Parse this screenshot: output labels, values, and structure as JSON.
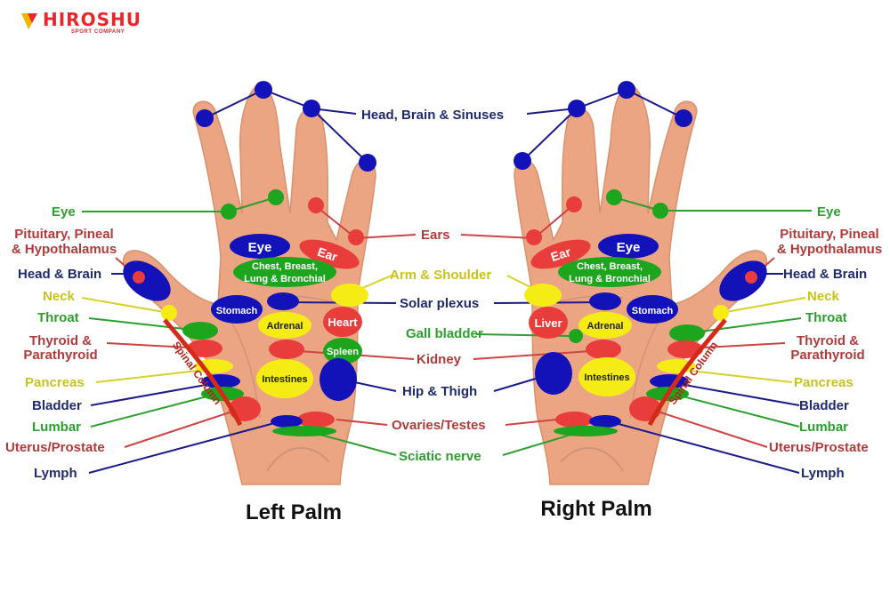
{
  "brand": {
    "name": "HIROSHU",
    "subtitle": "SPORT COMPANY"
  },
  "colors": {
    "blue": "#1212b8",
    "red": "#e83d3a",
    "green": "#1ea51e",
    "yellow": "#f5ec16",
    "skin": "#eba583",
    "navy_text": "#202a6e",
    "red_text": "#b13a3a",
    "green_text": "#2e9e2e",
    "yellow_text": "#c9c21a"
  },
  "titles": {
    "left": "Left Palm",
    "right": "Right Palm"
  },
  "labels": {
    "head_brain_sinuses": "Head, Brain & Sinuses",
    "eye": "Eye",
    "pituitary_1": "Pituitary, Pineal",
    "pituitary_2": "& Hypothalamus",
    "head_brain": "Head & Brain",
    "neck": "Neck",
    "throat": "Throat",
    "thyroid_1": "Thyroid &",
    "thyroid_2": "Parathyroid",
    "pancreas": "Pancreas",
    "bladder": "Bladder",
    "lumbar": "Lumbar",
    "uterus": "Uterus/Prostate",
    "lymph": "Lymph",
    "ears": "Ears",
    "arm_shoulder": "Arm & Shoulder",
    "solar_plexus": "Solar plexus",
    "gall_bladder": "Gall bladder",
    "kidney": "Kidney",
    "hip_thigh": "Hip & Thigh",
    "ovaries": "Ovaries/Testes",
    "sciatic": "Sciatic nerve"
  },
  "inner": {
    "eye": "Eye",
    "ear": "Ear",
    "chest_1": "Chest, Breast,",
    "chest_2": "Lung & Bronchial",
    "stomach": "Stomach",
    "adrenal": "Adrenal",
    "heart": "Heart",
    "liver": "Liver",
    "spleen": "Spleen",
    "intestines": "Intestines",
    "spinal": "Spinal Column"
  }
}
